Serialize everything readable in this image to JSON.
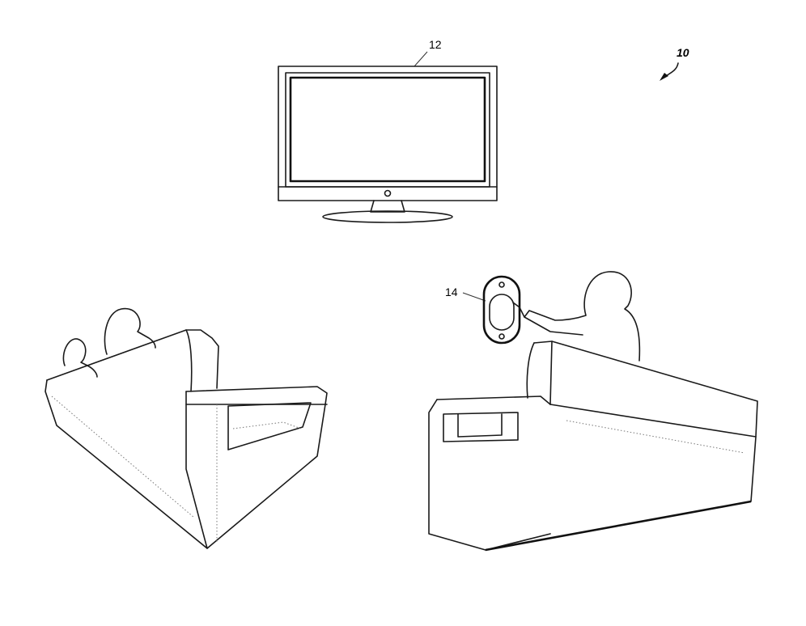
{
  "labels": {
    "system": "10",
    "television": "12",
    "remote": "14"
  },
  "colors": {
    "ink": "#1a1a1a",
    "background": "#ffffff"
  }
}
